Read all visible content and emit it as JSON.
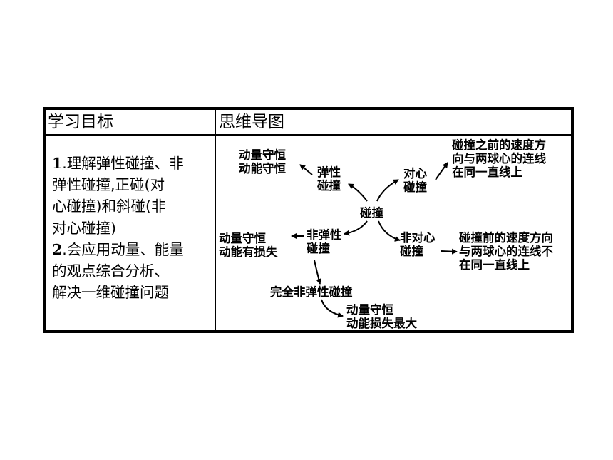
{
  "table": {
    "col1_header": "学习目标",
    "col2_header": "思维导图",
    "objectives": [
      {
        "num": "1",
        "text": ".理解弹性碰撞、非"
      },
      {
        "num": "",
        "text": "弹性碰撞,正碰(对"
      },
      {
        "num": "",
        "text": "心碰撞)和斜碰(非"
      },
      {
        "num": "",
        "text": "对心碰撞)"
      },
      {
        "num": "2",
        "text": ".会应用动量、能量"
      },
      {
        "num": "",
        "text": "的观点综合分析、"
      },
      {
        "num": "",
        "text": "解决一维碰撞问题"
      }
    ]
  },
  "mindmap": {
    "center": "碰撞",
    "elastic": {
      "label": [
        "弹性",
        "碰撞"
      ],
      "result": [
        "动量守恒",
        "动能守恒"
      ]
    },
    "inelastic": {
      "label": [
        "非弹性",
        "碰撞"
      ],
      "result": [
        "动量守恒",
        "动能有损失"
      ],
      "perfect": "完全非弹性碰撞",
      "perfect_result": [
        "动量守恒",
        "动能损失最大"
      ]
    },
    "central": {
      "label": [
        "对心",
        "碰撞"
      ],
      "result": [
        "碰撞之前的速度方",
        "向与两球心的连线",
        "在同一直线上"
      ]
    },
    "noncentral": {
      "label": [
        "非对心",
        "碰撞"
      ],
      "result": [
        "碰撞前的速度方向",
        "与两球心的连线不",
        "在同一直线上"
      ]
    }
  }
}
